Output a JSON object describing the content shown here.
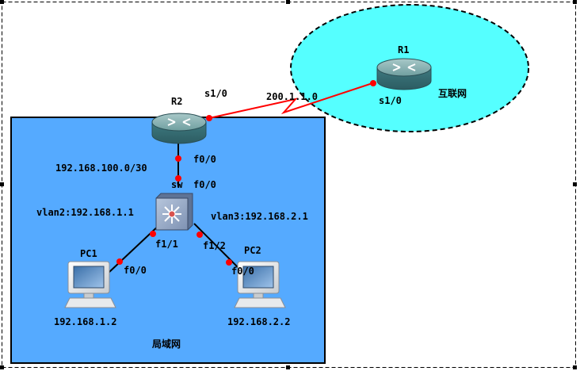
{
  "nodes": {
    "r1": {
      "name": "R1",
      "port": "s1/0"
    },
    "r2": {
      "name": "R2",
      "port_wan": "s1/0",
      "port_lan": "f0/0"
    },
    "sw": {
      "name": "sw",
      "port_up": "f0/0",
      "port_pc1": "f1/1",
      "port_pc2": "f1/2",
      "vlan2": "vlan2:192.168.1.1",
      "vlan3": "vlan3:192.168.2.1"
    },
    "pc1": {
      "name": "PC1",
      "port": "f0/0",
      "ip": "192.168.1.2"
    },
    "pc2": {
      "name": "PC2",
      "port": "f0/0",
      "ip": "192.168.2.2"
    }
  },
  "links": {
    "wan_net": "200.1.1.0",
    "lan_net": "192.168.100.0/30"
  },
  "areas": {
    "internet": "互联网",
    "lan": "局域网"
  },
  "colors": {
    "lan_area": "#55aaff",
    "internet_area": "#55ffff",
    "wan_link": "#ff0000",
    "lan_link": "#000000",
    "port_dot": "#ff0000"
  }
}
